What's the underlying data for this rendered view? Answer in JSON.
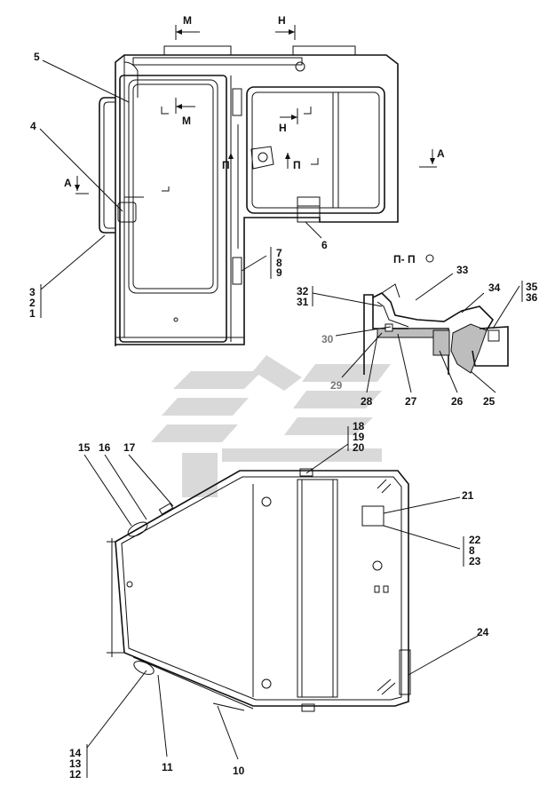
{
  "callouts": {
    "n1": "1",
    "n2": "2",
    "n3": "3",
    "n4": "4",
    "n5": "5",
    "n6": "6",
    "n7": "7",
    "n8": "8",
    "n9": "9",
    "n10": "10",
    "n11": "11",
    "n12": "12",
    "n13": "13",
    "n14": "14",
    "n15": "15",
    "n16": "16",
    "n17": "17",
    "n18": "18",
    "n19": "19",
    "n20": "20",
    "n21": "21",
    "n22": "22",
    "n8b": "8",
    "n23": "23",
    "n24": "24",
    "n25": "25",
    "n26": "26",
    "n27": "27",
    "n28": "28",
    "n29": "29",
    "n30": "30",
    "n31": "31",
    "n32": "32",
    "n33": "33",
    "n34": "34",
    "n35": "35",
    "n36": "36"
  },
  "section_marks": {
    "m_top": "M",
    "h_top": "H",
    "m_mid": "M",
    "h_mid": "H",
    "a_left": "A",
    "a_right": "A",
    "p_left": "П",
    "p_right": "П",
    "section_title": "П- П"
  },
  "colors": {
    "line": "#111111",
    "watermark": "#d9d9d9",
    "section_fill": "#bdbdbd"
  }
}
